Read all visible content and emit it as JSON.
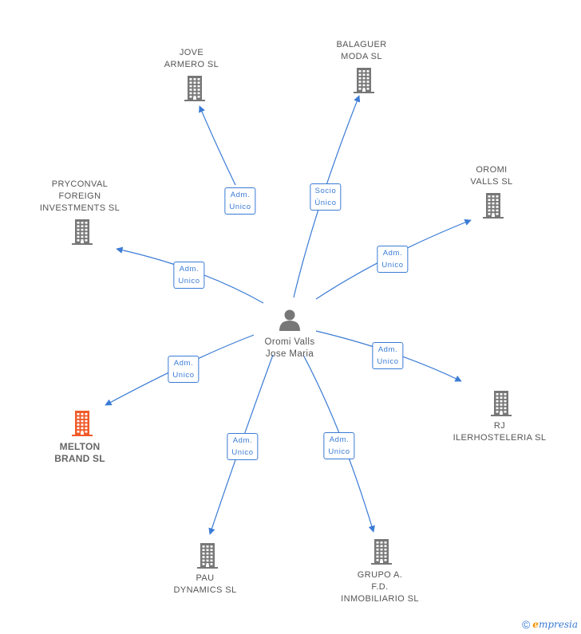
{
  "center": {
    "label": [
      "Oromi Valls",
      "Jose Maria"
    ],
    "icon": "person-icon"
  },
  "nodes": [
    {
      "id": "jove",
      "lines": [
        "JOVE",
        "ARMERO SL"
      ],
      "highlight": false,
      "role": [
        "Adm.",
        "Unico"
      ]
    },
    {
      "id": "balaguer",
      "lines": [
        "BALAGUER",
        "MODA SL"
      ],
      "highlight": false,
      "role": [
        "Socio",
        "Único"
      ]
    },
    {
      "id": "oromi",
      "lines": [
        "OROMI",
        "VALLS SL"
      ],
      "highlight": false,
      "role": [
        "Adm.",
        "Unico"
      ]
    },
    {
      "id": "pryconval",
      "lines": [
        "PRYCONVAL",
        "FOREIGN",
        "INVESTMENTS SL"
      ],
      "highlight": false,
      "role": [
        "Adm.",
        "Unico"
      ]
    },
    {
      "id": "rj",
      "lines": [
        "RJ",
        "ILERHOSTELERIA SL"
      ],
      "highlight": false,
      "role": [
        "Adm.",
        "Unico"
      ]
    },
    {
      "id": "melton",
      "lines": [
        "MELTON",
        "BRAND SL"
      ],
      "highlight": true,
      "role": [
        "Adm.",
        "Unico"
      ]
    },
    {
      "id": "pau",
      "lines": [
        "PAU",
        "DYNAMICS SL"
      ],
      "highlight": false,
      "role": [
        "Adm.",
        "Unico"
      ]
    },
    {
      "id": "grupo",
      "lines": [
        "GRUPO A.",
        "F.D.",
        "INMOBILIARIO SL"
      ],
      "highlight": false,
      "role": [
        "Adm.",
        "Unico"
      ]
    }
  ],
  "colors": {
    "edge": "#3a7bd5",
    "building": "#777777",
    "building_highlight": "#f05a28",
    "person": "#777777"
  },
  "footer": {
    "copyright": "©",
    "brand_initial": "e",
    "brand_rest": "mpresia"
  }
}
